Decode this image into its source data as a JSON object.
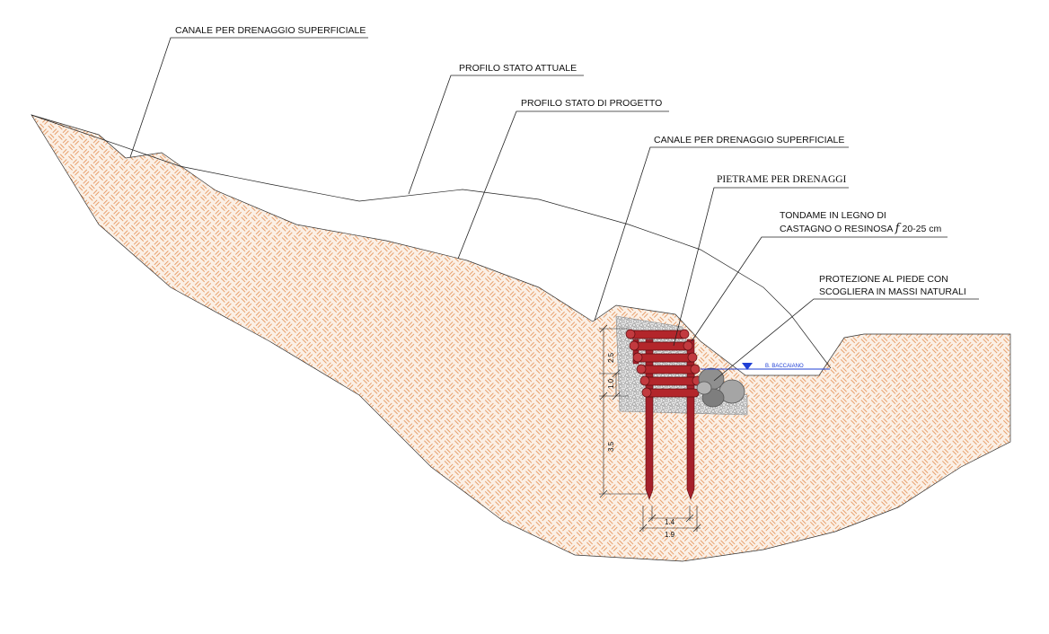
{
  "labels": {
    "canale_top": "CANALE PER DRENAGGIO SUPERFICIALE",
    "profilo_attuale": "PROFILO STATO ATTUALE",
    "profilo_progetto": "PROFILO STATO DI PROGETTO",
    "canale_mid": "CANALE PER DRENAGGIO SUPERFICIALE",
    "pietrame": "PIETRAME PER DRENAGGI",
    "tondame_line1": "TONDAME IN LEGNO DI",
    "tondame_line2_a": "CASTAGNO O RESINOSA ",
    "tondame_symbol": "f",
    "tondame_line2_b": " 20-25 cm",
    "protezione_line1": "PROTEZIONE AL PIEDE CON",
    "protezione_line2": "SCOGLIERA IN MASSI NATURALI"
  },
  "water_level": {
    "label": "B. BACCAIANO",
    "color": "#1f3fd6"
  },
  "dimensions": {
    "height_upper": "2.5",
    "height_step": "1.0",
    "depth_stakes": "3.5",
    "width_inner": "1.4",
    "width_outer": "1.9"
  },
  "colors": {
    "terrain_hatch": "#e8a06c",
    "terrain_fill": "#fbf0e6",
    "timber": "#b3262b",
    "drain_stone": "#cfcfcf",
    "boulder": "#8d8d8d"
  }
}
